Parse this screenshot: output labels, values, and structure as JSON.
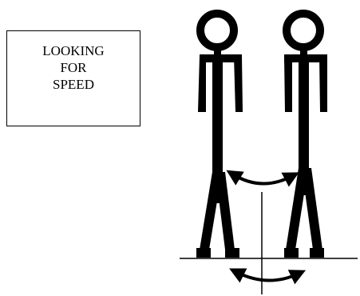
{
  "note_box": {
    "lines": [
      "LOOKING",
      "FOR",
      "SPEED"
    ]
  },
  "colors": {
    "ink": "#000000",
    "background": "#ffffff"
  },
  "figures": [
    {
      "name": "left-stick-figure"
    },
    {
      "name": "right-stick-figure"
    }
  ],
  "arrows": [
    {
      "name": "upper-curved-double-arrow"
    },
    {
      "name": "lower-curved-double-arrow"
    }
  ]
}
